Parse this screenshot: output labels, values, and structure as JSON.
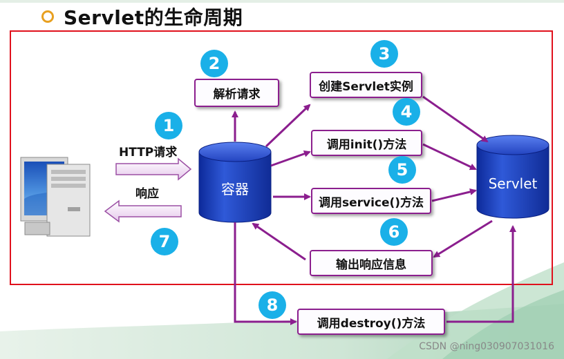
{
  "title": "Servlet的生命周期",
  "diagram": {
    "steps": {
      "s1": "1",
      "s2": "2",
      "s3": "3",
      "s4": "4",
      "s5": "5",
      "s6": "6",
      "s7": "7",
      "s8": "8"
    },
    "boxes": {
      "parse": "解析请求",
      "create": "创建Servlet实例",
      "init": "调用init()方法",
      "service": "调用service()方法",
      "output": "输出响应信息",
      "destroy": "调用destroy()方法"
    },
    "labels": {
      "http_request": "HTTP请求",
      "response": "响应"
    },
    "nodes": {
      "container": "容器",
      "servlet": "Servlet"
    }
  },
  "watermark": "CSDN @ning030907031016",
  "colors": {
    "arrow": "#8b1e8e",
    "badge": "#1ab0e8",
    "frame": "#e0101c",
    "cylinder": "#1a3fc0"
  },
  "icons": {
    "client": "computer-icon"
  }
}
